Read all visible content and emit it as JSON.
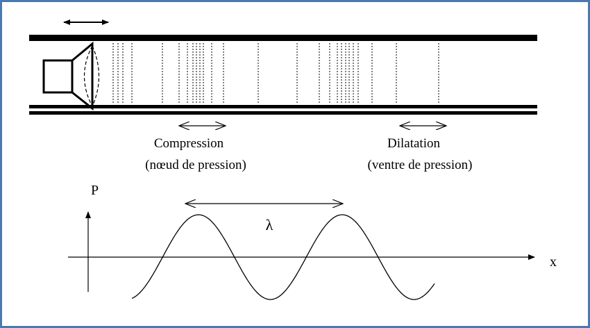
{
  "diagram": {
    "labels": {
      "compression": "Compression",
      "compression_sub": "(nœud de pression)",
      "dilatation": "Dilatation",
      "dilatation_sub": "(ventre de pression)",
      "wavelength": "λ",
      "pressure_axis": "P",
      "position_axis": "x"
    },
    "colors": {
      "frame": "#4a78b0",
      "ink": "#000000",
      "background": "#ffffff"
    }
  }
}
